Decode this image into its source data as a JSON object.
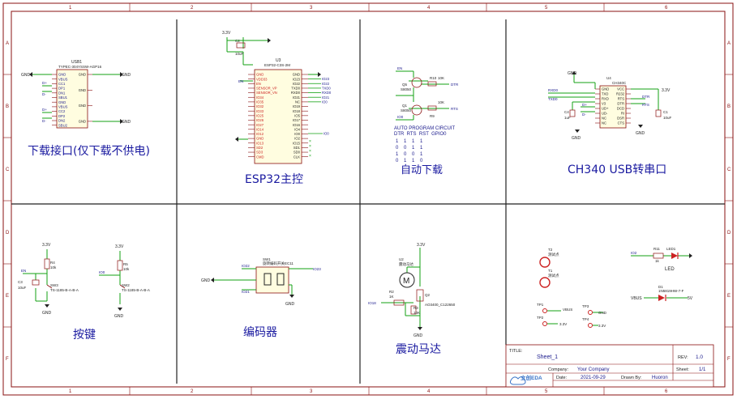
{
  "border": {
    "cols": [
      "1",
      "2",
      "3",
      "4",
      "5",
      "6"
    ],
    "rows": [
      "A",
      "B",
      "C",
      "D",
      "E",
      "F"
    ]
  },
  "sections": {
    "download_port": "下载接口(仅下载不供电)",
    "esp32": "ESP32主控",
    "auto_download": "自动下载",
    "ch340": "CH340 USB转串口",
    "buttons": "按键",
    "encoder": "编码器",
    "motor": "震动马达"
  },
  "usb": {
    "ref": "USB1",
    "part": "TYPEC-304YSSW-AGP16",
    "left_pins": [
      "A1B12",
      "A4B9",
      "A5",
      "A6",
      "A7",
      "A8",
      "B1A12",
      "B4A9",
      "B5",
      "B6",
      "B7",
      "B8"
    ],
    "left_pin_labels": [
      "GND",
      "VBUS",
      "CC1",
      "DP1",
      "DN1",
      "SBU1",
      "GND",
      "VBUS",
      "CC2",
      "DP2",
      "DN2",
      "SBU2"
    ],
    "right_pin_labels": [
      "GND",
      "GND",
      "GND",
      "GND"
    ],
    "gnd": "GND",
    "net_dp": "D+",
    "net_dn": "D-"
  },
  "esp32": {
    "ref": "U3",
    "part": "ESP32-C3S-2M",
    "cap": "C2",
    "cap_val": "10uF",
    "supply": "3.3V",
    "left_pins": [
      "GND",
      "VDD33",
      "EN",
      "SENSOR_VP",
      "SENSOR_VN",
      "IO34",
      "IO35",
      "IO32",
      "IO33",
      "IO25",
      "IO26",
      "IO27",
      "IO14",
      "IO12",
      "GND",
      "IO13",
      "SD2",
      "SD3",
      "CMD"
    ],
    "right_pins": [
      "GND",
      "IO23",
      "IO22",
      "TXD0",
      "RXD0",
      "IO21",
      "NC",
      "IO19",
      "IO18",
      "IO5",
      "IO17",
      "IO16",
      "IO4",
      "IO0",
      "IO2",
      "IO15",
      "SD1",
      "SD0",
      "CLK"
    ],
    "right_nets": [
      "IO23",
      "IO22",
      "TXD0",
      "RXD0",
      "IO21",
      "IO0"
    ],
    "en_net": "EN"
  },
  "auto": {
    "q5": "Q5",
    "q5_part": "S8050",
    "q1": "Q1",
    "q1_part": "S8050",
    "r10": "R10",
    "r10_val": "10K",
    "r9": "R9",
    "r9_val": "10K",
    "net_dtr": "DTR",
    "net_rts": "RTS",
    "net_en": "EN",
    "net_io0": "IO0",
    "table_title": "AUTO PROGRAM CIRCUIT",
    "table_header": "DTR  RTS  RST  GPIO0",
    "table_rows": [
      "1    1    1    1",
      "0    0    1    1",
      "1    0    0    1",
      "0    1    1    0"
    ]
  },
  "ch340": {
    "ref": "U4",
    "part": "CH340C",
    "left_pins": [
      "GND",
      "TXD",
      "RXD",
      "V3",
      "UD+",
      "UD-",
      "NC",
      "NC"
    ],
    "right_pins": [
      "VCC",
      "R232",
      "RTS",
      "DTR",
      "DCD",
      "RI",
      "DSR",
      "CTS"
    ],
    "net_rxd": "RXD0",
    "net_txd": "TXD0",
    "net_dp": "D+",
    "net_dn": "D-",
    "gnd": "GND",
    "supply": "3.3V",
    "c4": "C4",
    "c4_val": "1uF",
    "c1": "C1",
    "c1_val": "10uF",
    "net_dtr": "DTR",
    "net_rts": "RTS"
  },
  "buttons": {
    "r4": "R4",
    "r4_val": "10k",
    "r5": "R5",
    "r5_val": "10k",
    "c3": "C3",
    "c3_val": "10uF",
    "sw2": "SW2",
    "sw3": "SW3",
    "sw_part": "TS-1185-B-A-B-A",
    "supply": "3.3V",
    "gnd": "GND",
    "net_en": "EN",
    "net_io0": "IO0"
  },
  "encoder": {
    "ref": "SW1",
    "part": "旋转编码开关EC11",
    "gnd": "GND",
    "net_a": "IO22",
    "net_b": "IO21",
    "net_c": "IO23"
  },
  "motor": {
    "ref": "U2",
    "part": "震动马达",
    "symbol": "M",
    "supply": "3.3V",
    "r2": "R2",
    "r2_val": "1K",
    "r3": "R3",
    "r3_val": "10K",
    "q": "Q2",
    "q_part": "AO3400_C122650",
    "net": "IO18",
    "gnd": "GND"
  },
  "right_parts": {
    "t2": "T2",
    "t1": "T1",
    "t_label": "测试点",
    "r11": "R11",
    "r11_val": "1k",
    "led": "LED1",
    "led_label": "LED",
    "net_io": "IO2",
    "d1": "D1",
    "d1_part": "1N5819HW-7-F",
    "vbus": "VBUS",
    "v5": "5V",
    "tp1": "TP1",
    "tp2": "TP2",
    "tp3": "TP3",
    "tp4": "TP4",
    "tp1_net": "VBUS",
    "tp2_net": "3.3V",
    "tp3_net": "GND",
    "tp4_net": "3.3V"
  },
  "title_block": {
    "title_label": "TITLE:",
    "title": "Sheet_1",
    "rev_label": "REV:",
    "rev": "1.0",
    "company_label": "Company:",
    "company": "Your Company",
    "sheet_label": "Sheet:",
    "sheet": "1/1",
    "date_label": "Date:",
    "date": "2021-09-29",
    "drawn_label": "Drawn By:",
    "drawn": "Huoron",
    "logo": "立创EDA"
  },
  "colors": {
    "border": "#8a1010",
    "wire": "#13a113",
    "net_text": "#1a1a8c",
    "pin_red": "#cc2222",
    "ink": "#222222",
    "title_blue": "#1a1aa0"
  }
}
